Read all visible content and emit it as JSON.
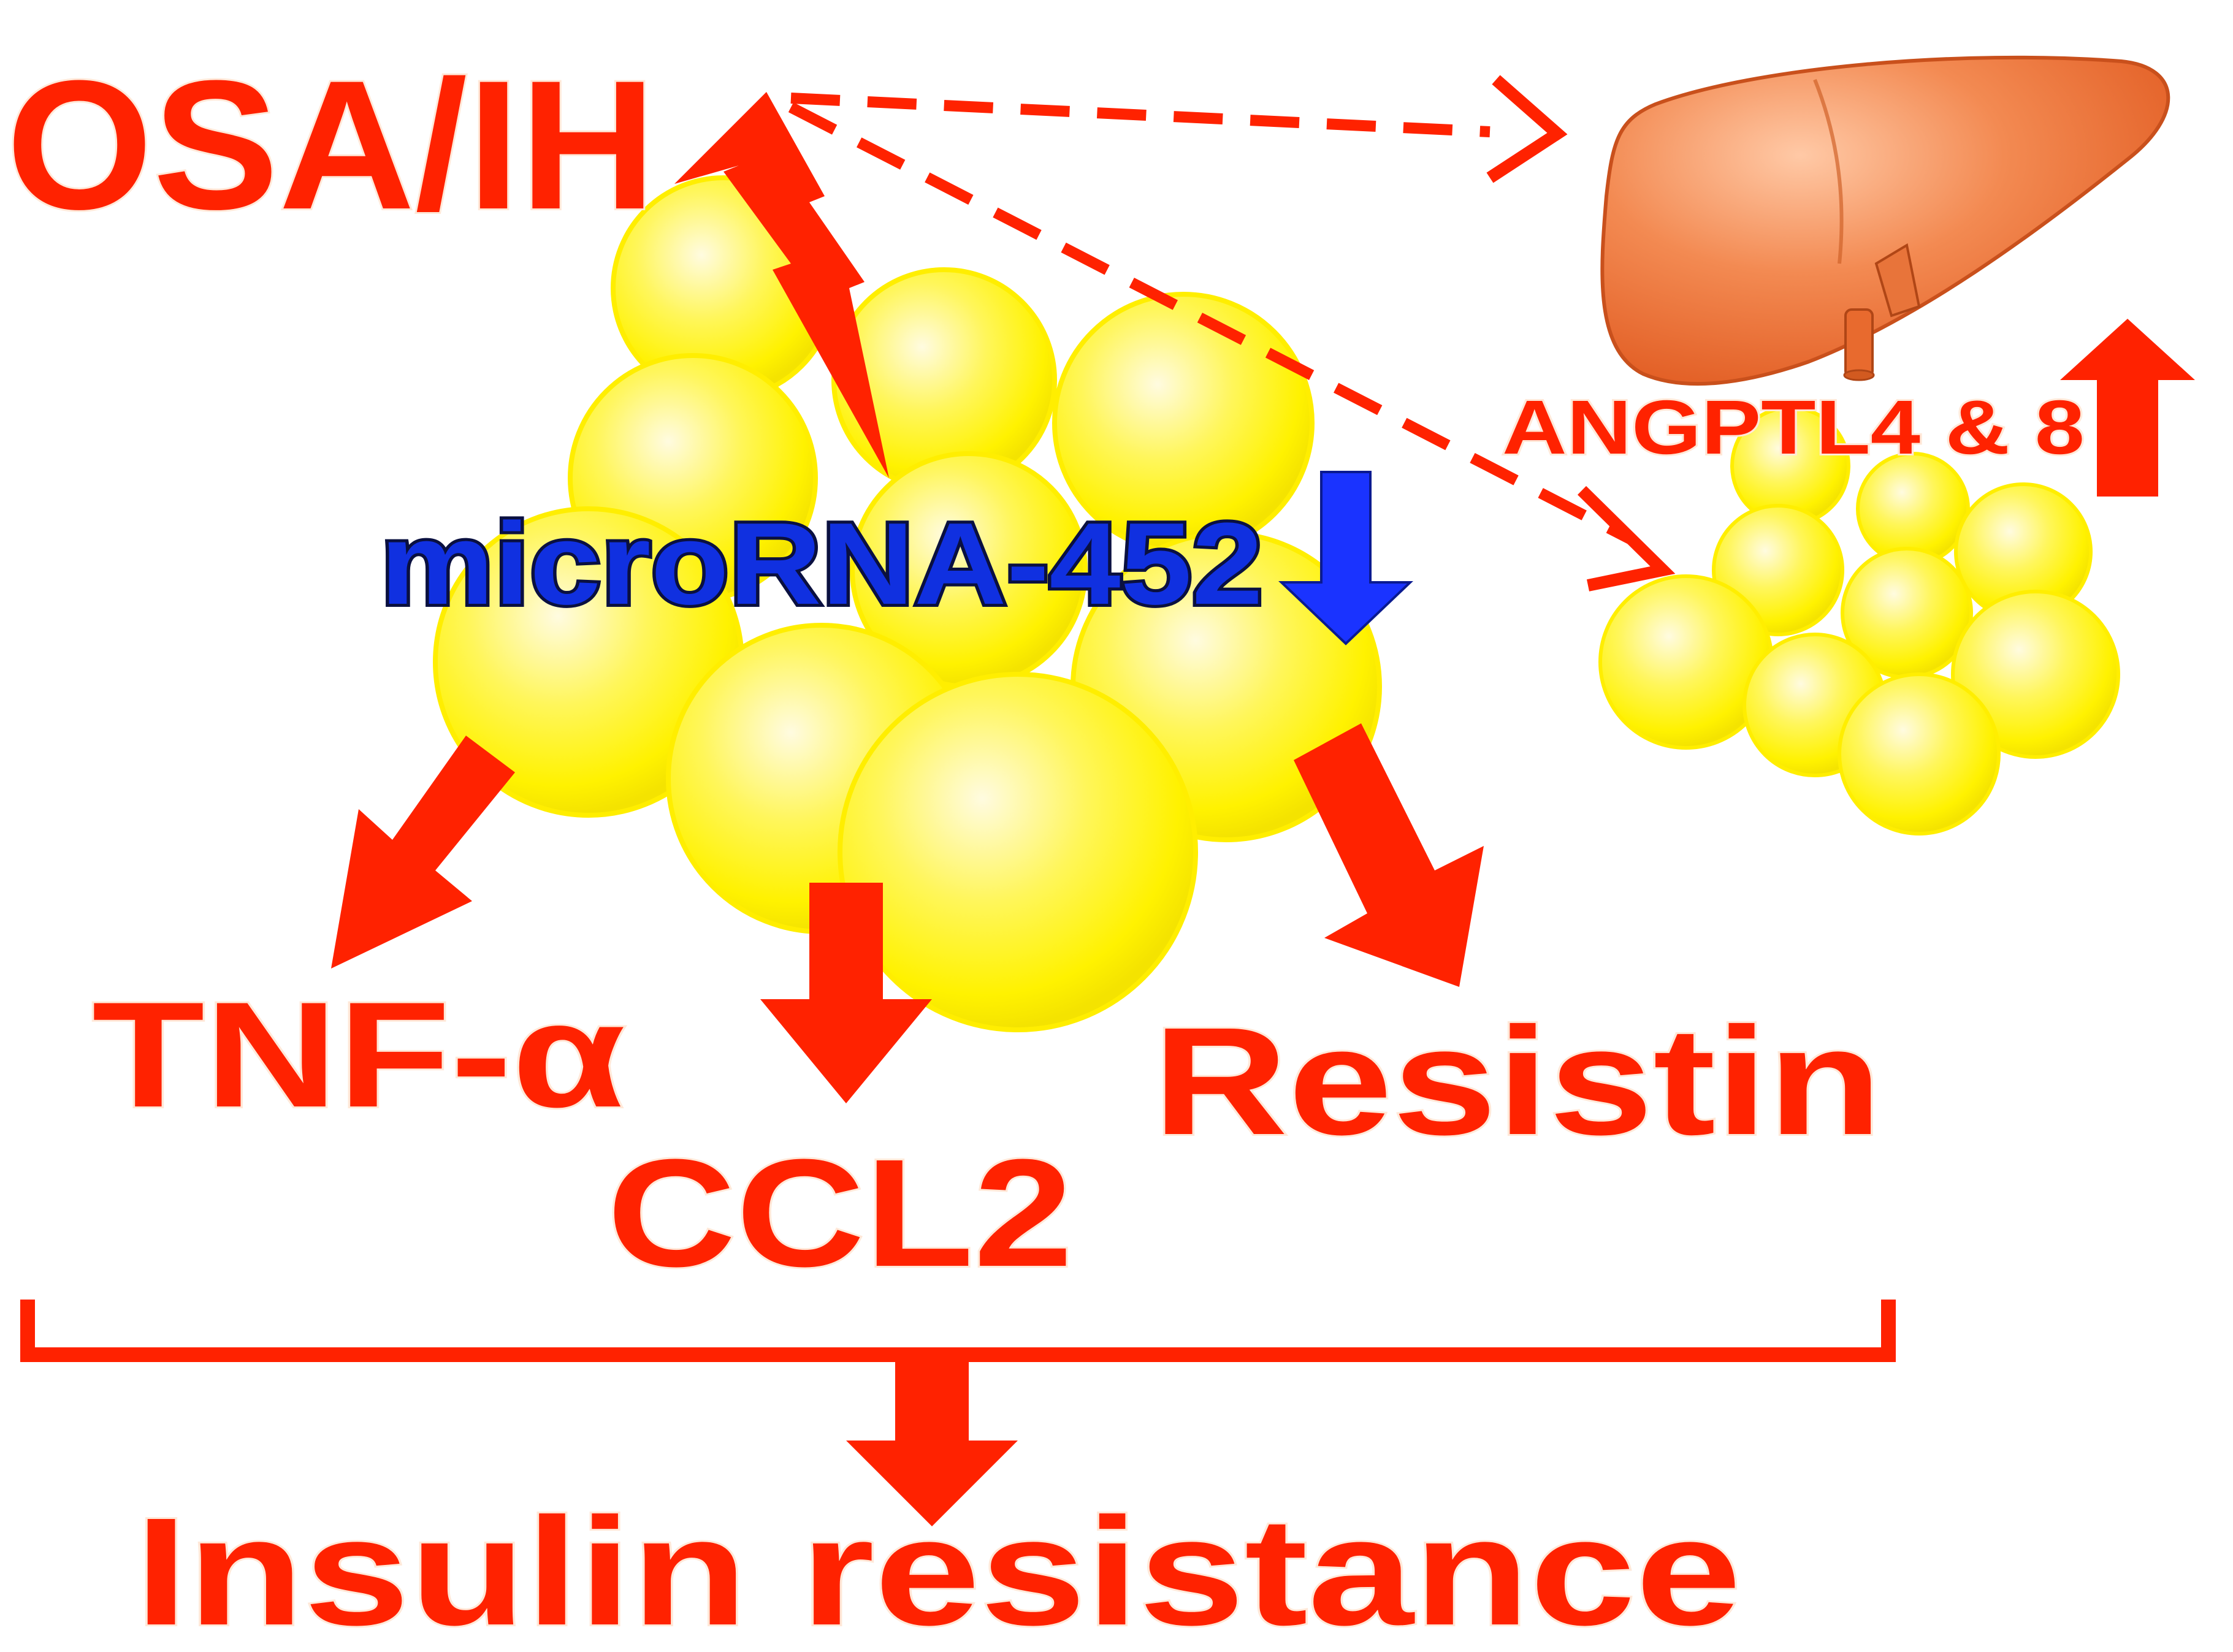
{
  "labels": {
    "osa_ih": "OSA/IH",
    "microrna": "microRNA-452",
    "angptl": "ANGPTL4 & 8",
    "tnf": "TNF-α",
    "ccl2": "CCL2",
    "resistin": "Resistin",
    "insulin_resistance": "Insulin resistance"
  },
  "colors": {
    "effect_red": "#ff2200",
    "down_blue": "#1a33ff",
    "adipocyte_yellow": "#fff200",
    "liver_orange": "#f07a3a"
  },
  "icons": {
    "lightning": "lightning-bolt-icon",
    "down_arrow": "down-arrow-icon",
    "up_arrow": "up-arrow-icon",
    "liver": "liver-icon",
    "adipose": "adipocyte-cluster-icon"
  }
}
